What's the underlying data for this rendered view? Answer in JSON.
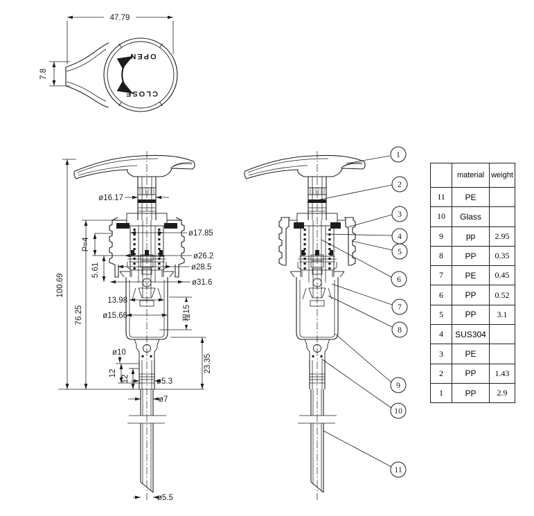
{
  "top_view": {
    "width_dim": "47.79",
    "handle_height_dim": "7.8",
    "open_label": "OPEN",
    "close_label": "CLOSE"
  },
  "side_view": {
    "dims": {
      "overall_height": "100.69",
      "height_to_collar": "76.25",
      "stem_dia": "ø16.17",
      "inner_dia": "ø17.85",
      "cap_dia_1": "ø26.2",
      "cap_dia_2": "ø28.5",
      "cap_dia_3": "ø31.6",
      "thread_pitch": "P=4",
      "thread_length": "5.61",
      "chamber_width": "13.98",
      "chamber_dia": "ø15.66",
      "stroke": "程15",
      "neck_dia": "ø10",
      "seg_a": "12",
      "seg_b": "12",
      "tube_ring_dia": "ø5.3",
      "tube_outer_dia": "ø7",
      "lower_height": "23.35",
      "tube_tip_dia": "ø5.5"
    }
  },
  "balloons": [
    {
      "number": "1"
    },
    {
      "number": "2"
    },
    {
      "number": "3"
    },
    {
      "number": "4"
    },
    {
      "number": "5"
    },
    {
      "number": "6"
    },
    {
      "number": "7"
    },
    {
      "number": "8"
    },
    {
      "number": "9"
    },
    {
      "number": "10"
    },
    {
      "number": "11"
    }
  ],
  "parts_table": {
    "headers": {
      "no": "",
      "material": "material",
      "weight": "weight"
    },
    "rows": [
      {
        "no": "11",
        "material": "PE",
        "weight": ""
      },
      {
        "no": "10",
        "material": "Glass",
        "weight": ""
      },
      {
        "no": "9",
        "material": "pp",
        "weight": "2.95"
      },
      {
        "no": "8",
        "material": "PP",
        "weight": "0.35"
      },
      {
        "no": "7",
        "material": "PE",
        "weight": "0.45"
      },
      {
        "no": "6",
        "material": "PP",
        "weight": "0.52"
      },
      {
        "no": "5",
        "material": "PP",
        "weight": "3.1"
      },
      {
        "no": "4",
        "material": "SUS304",
        "weight": ""
      },
      {
        "no": "3",
        "material": "PE",
        "weight": ""
      },
      {
        "no": "2",
        "material": "PP",
        "weight": "1.43"
      },
      {
        "no": "1",
        "material": "PP",
        "weight": "2.9"
      }
    ]
  },
  "line_color": "#1c1c1c"
}
